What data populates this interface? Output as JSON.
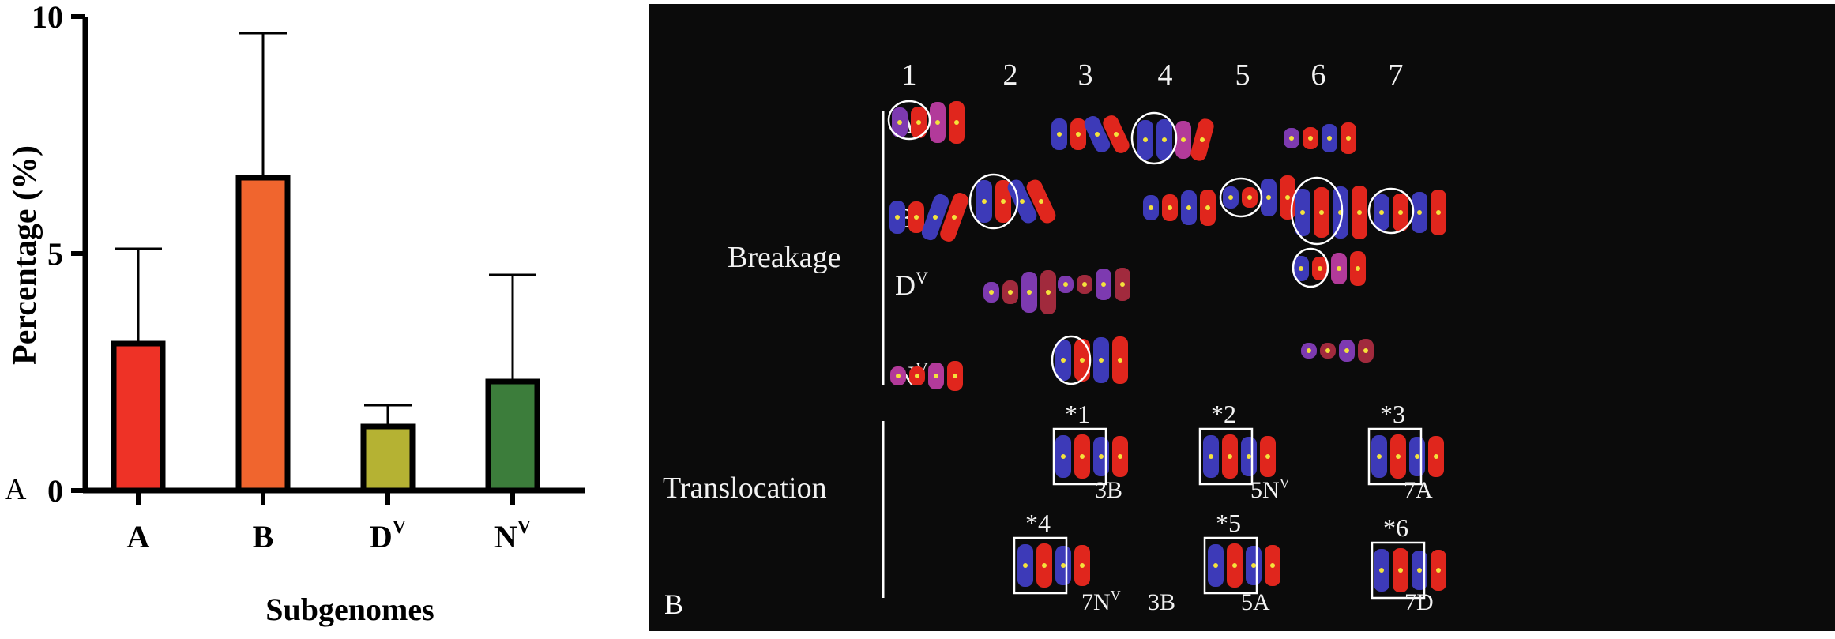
{
  "panel_a": {
    "panel_label": "A",
    "chart_data": {
      "type": "bar",
      "categories": [
        "A",
        "B",
        "DV",
        "NV"
      ],
      "category_labels": [
        {
          "base": "A",
          "sup": ""
        },
        {
          "base": "B",
          "sup": ""
        },
        {
          "base": "D",
          "sup": "V"
        },
        {
          "base": "N",
          "sup": "V"
        }
      ],
      "values": [
        3.1,
        6.6,
        1.35,
        2.3
      ],
      "errors": [
        2.0,
        3.05,
        0.45,
        2.25
      ],
      "colors": [
        "#ee3226",
        "#f0652e",
        "#b5b233",
        "#3c7d3b"
      ],
      "xlabel": "Subgenomes",
      "ylabel": "Percentage (%)",
      "ylim": [
        0,
        10
      ],
      "yticks": [
        "0",
        "5",
        "10"
      ],
      "grid": false
    }
  },
  "panel_b": {
    "panel_label": "B",
    "columns": [
      "1",
      "2",
      "3",
      "4",
      "5",
      "6",
      "7"
    ],
    "row_labels": [
      {
        "base": "A",
        "sup": ""
      },
      {
        "base": "B",
        "sup": ""
      },
      {
        "base": "D",
        "sup": "V"
      },
      {
        "base": "N",
        "sup": "V"
      }
    ],
    "group_labels": {
      "breakage": "Breakage",
      "translocation": "Translocation"
    },
    "translocations": [
      {
        "mark": "*1",
        "label": "3B"
      },
      {
        "mark": "*2",
        "label": "5N",
        "label_sup": "V"
      },
      {
        "mark": "*3",
        "label": "7A"
      },
      {
        "mark": "*4",
        "label": "7N",
        "label_sup": "V",
        "label2": "3B"
      },
      {
        "mark": "*5",
        "label": "5A"
      },
      {
        "mark": "*6",
        "label": "7D"
      }
    ]
  }
}
